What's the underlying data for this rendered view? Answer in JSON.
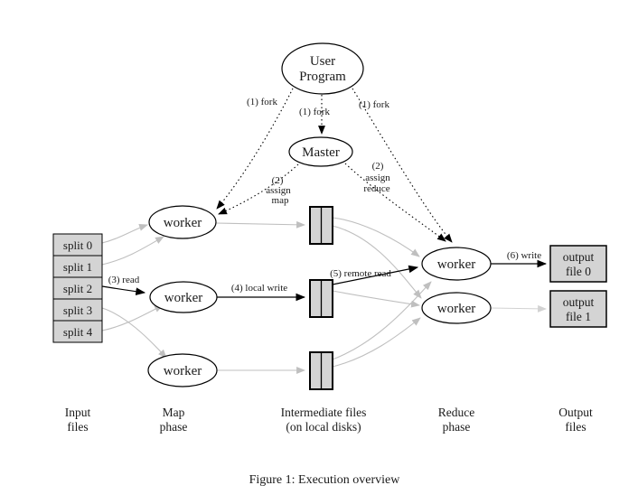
{
  "figure": {
    "caption": "Figure 1: Execution overview",
    "nodes": {
      "user_program": {
        "line1": "User",
        "line2": "Program"
      },
      "master": "Master",
      "map_workers": [
        "worker",
        "worker",
        "worker"
      ],
      "reduce_workers": [
        "worker",
        "worker"
      ],
      "splits": [
        "split 0",
        "split 1",
        "split 2",
        "split 3",
        "split 4"
      ],
      "outputs": [
        {
          "line1": "output",
          "line2": "file 0"
        },
        {
          "line1": "output",
          "line2": "file 1"
        }
      ]
    },
    "edge_labels": {
      "fork_left": "(1) fork",
      "fork_mid": "(1) fork",
      "fork_right": "(1) fork",
      "assign_map": {
        "line1": "(2)",
        "line2": "assign",
        "line3": "map"
      },
      "assign_reduce": {
        "line1": "(2)",
        "line2": "assign",
        "line3": "reduce"
      },
      "read": "(3) read",
      "local_write": "(4) local write",
      "remote_read": "(5) remote read",
      "write": "(6) write"
    },
    "phase_labels": {
      "input": {
        "line1": "Input",
        "line2": "files"
      },
      "map": {
        "line1": "Map",
        "line2": "phase"
      },
      "intermediate": {
        "line1": "Intermediate files",
        "line2": "(on local disks)"
      },
      "reduce": {
        "line1": "Reduce",
        "line2": "phase"
      },
      "output": {
        "line1": "Output",
        "line2": "files"
      }
    },
    "colors": {
      "background": "#ffffff",
      "box_fill": "#d4d4d4",
      "node_stroke": "#000000",
      "black_edge": "#000000",
      "gray_edge": "#bfbfbf",
      "light_edge": "#d2d2d2"
    }
  }
}
